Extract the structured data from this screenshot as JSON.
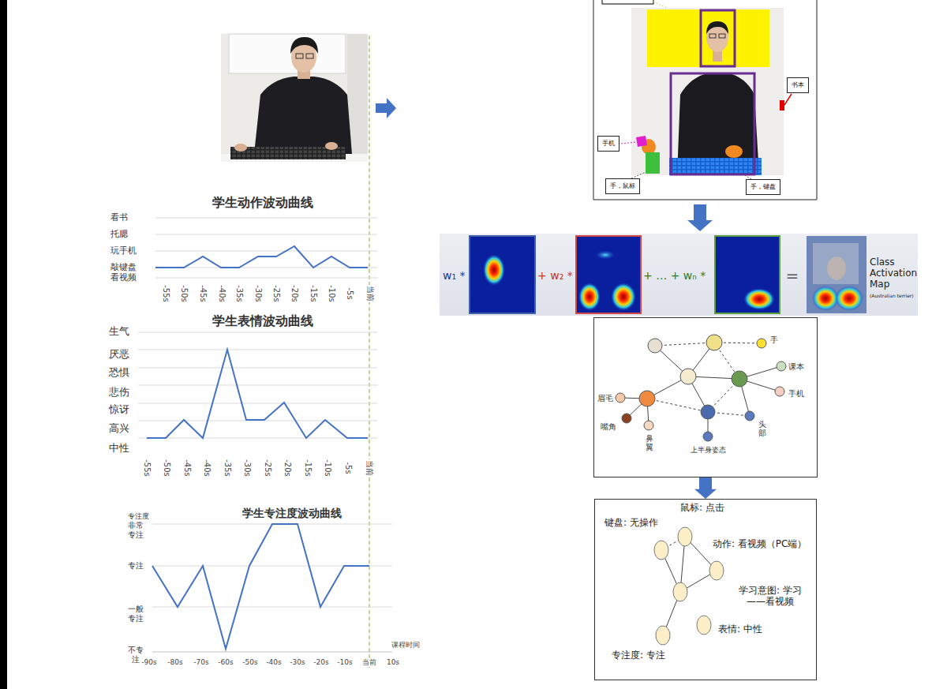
{
  "diagram": {
    "nodes": [
      {
        "text": [
          "书本"
        ]
      },
      {
        "text": [
          "手机"
        ]
      },
      {
        "text": [
          "手，鼠标"
        ]
      },
      {
        "text": [
          "手，键盘"
        ]
      },
      {
        "text": [
          "w₁ *",
          "+ w₂ *",
          "+ … + wₙ *",
          "=",
          "Class Activation Map",
          "(Australian terrier)"
        ]
      },
      {
        "text": [
          "手",
          "课本",
          "手机",
          "眉毛",
          "头部",
          "嘴角",
          "鼻翼",
          "上半身姿态"
        ]
      },
      {
        "text": [
          "鼠标: 点击",
          "键盘: 无操作",
          "动作: 看视频（PC端）",
          "学习意图: 学习——看视频",
          "表情: 中性",
          "专注度: 专注"
        ]
      }
    ],
    "edges": [
      {
        "from": 5,
        "to": 6,
        "arrow": "to"
      }
    ],
    "labels": [
      "学生动作波动曲线",
      "看书",
      "托腮",
      "玩手机",
      "敲键盘",
      "看视频",
      "-55s",
      "-50s",
      "-45s",
      "-40s",
      "-35s",
      "-30s",
      "-25s",
      "-20s",
      "-15s",
      "-10s",
      "-5s",
      "当前",
      "学生表情波动曲线",
      "生气",
      "厌恶",
      "恐惧",
      "悲伤",
      "惊讶",
      "高兴",
      "中性",
      "-55s",
      "-50s",
      "-45s",
      "-40s",
      "-35s",
      "-30s",
      "-25s",
      "-20s",
      "-15s",
      "-10s",
      "-5s",
      "当前",
      "学生专注度波动曲线",
      "专注度",
      "非常专注",
      "专注",
      "一般专注",
      "不专注",
      "-90s",
      "-80s",
      "-70s",
      "-60s",
      "-50s",
      "-40s",
      "-30s",
      "-20s",
      "-10s",
      "当前",
      "10s",
      "课程时间"
    ]
  }
}
